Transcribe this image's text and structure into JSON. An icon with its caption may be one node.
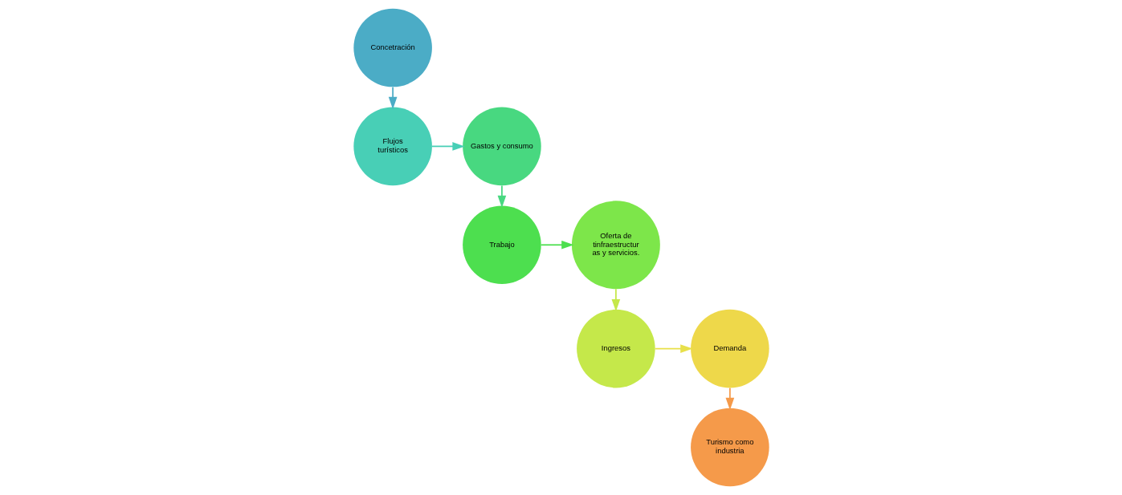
{
  "diagram": {
    "nodes": [
      {
        "text": [
          "Concetración"
        ]
      },
      {
        "text": [
          "Flujos turísticos"
        ]
      },
      {
        "text": [
          "Gastos y consumo"
        ]
      },
      {
        "text": [
          "Trabajo"
        ]
      },
      {
        "text": [
          "Oferta de tinfraestructur as y servicios."
        ]
      },
      {
        "text": [
          "Ingresos"
        ]
      },
      {
        "text": [
          "Demanda"
        ]
      },
      {
        "text": [
          "Turismo como industria"
        ]
      }
    ],
    "edges": [
      {
        "from": 0,
        "to": 1,
        "arrow": "to",
        "color": "#4bacc6"
      },
      {
        "from": 1,
        "to": 2,
        "arrow": "to",
        "color": "#48cfb6"
      },
      {
        "from": 2,
        "to": 3,
        "arrow": "to",
        "color": "#48d880"
      },
      {
        "from": 3,
        "to": 4,
        "arrow": "to",
        "color": "#4ddf4f"
      },
      {
        "from": 4,
        "to": 5,
        "arrow": "to",
        "color": "#c5e84a"
      },
      {
        "from": 5,
        "to": 6,
        "arrow": "to",
        "color": "#e8e04a"
      },
      {
        "from": 6,
        "to": 7,
        "arrow": "to",
        "color": "#f59a4a"
      }
    ]
  }
}
